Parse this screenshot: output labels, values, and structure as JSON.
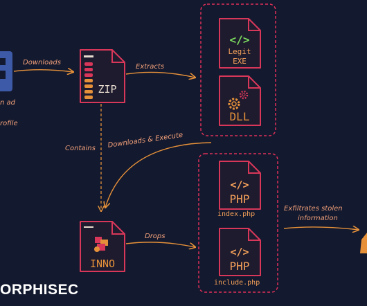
{
  "left_partial": {
    "line1": "n ad",
    "line2": "rofile"
  },
  "edges": {
    "downloads": "Downloads",
    "extracts": "Extracts",
    "contains": "Contains",
    "downloads_execute": "Downloads & Execute",
    "drops": "Drops",
    "exfiltrates_line1": "Exfiltrates stolen",
    "exfiltrates_line2": "information"
  },
  "nodes": {
    "zip": {
      "label": "ZIP"
    },
    "legit": {
      "glyph": "</>",
      "line1": "Legit",
      "line2": "EXE"
    },
    "dll": {
      "label": "DLL"
    },
    "inno": {
      "label": "INNO"
    },
    "php_index": {
      "glyph": "</>",
      "label": "PHP",
      "filename": "index.php"
    },
    "php_include": {
      "glyph": "</>",
      "label": "PHP",
      "filename": "include.php"
    }
  },
  "brand": "ORPHISEC",
  "colors": {
    "background": "#13192e",
    "file_border": "#d8375a",
    "group_border": "#e0305a",
    "arrow": "#e6913a",
    "label": "#f2a07a",
    "legit_glyph": "#7ddc60",
    "php_text": "#f5a15a"
  }
}
